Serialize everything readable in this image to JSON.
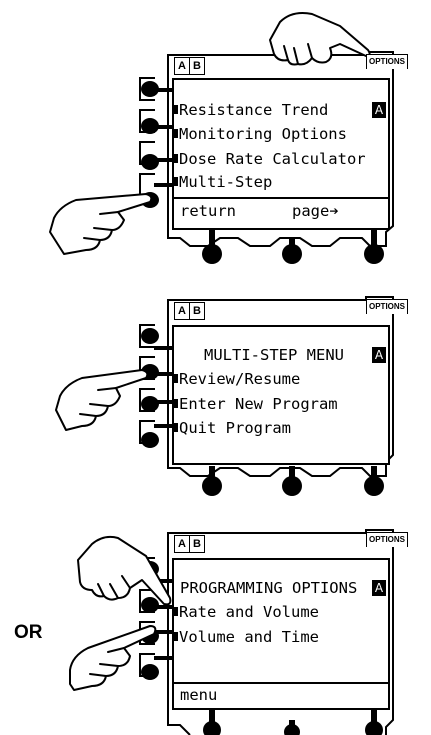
{
  "panel1": {
    "ab_left": "A",
    "ab_right": "B",
    "options_label": "OPTIONS",
    "badge": "A",
    "items": [
      "Resistance Trend",
      "Monitoring Options",
      "Dose Rate Calculator",
      "Multi-Step"
    ],
    "footer_left": "return",
    "footer_right": "page",
    "footer_right_icon": "arrow-right-icon"
  },
  "panel2": {
    "ab_left": "A",
    "ab_right": "B",
    "options_label": "OPTIONS",
    "badge": "A",
    "title": "MULTI-STEP MENU",
    "items": [
      "Review/Resume",
      "Enter New Program",
      "Quit Program"
    ]
  },
  "panel3": {
    "ab_left": "A",
    "ab_right": "B",
    "options_label": "OPTIONS",
    "badge": "A",
    "title": "PROGRAMMING OPTIONS",
    "items": [
      "Rate and Volume",
      "Volume and Time"
    ],
    "footer_left": "menu"
  },
  "or_label": "OR"
}
